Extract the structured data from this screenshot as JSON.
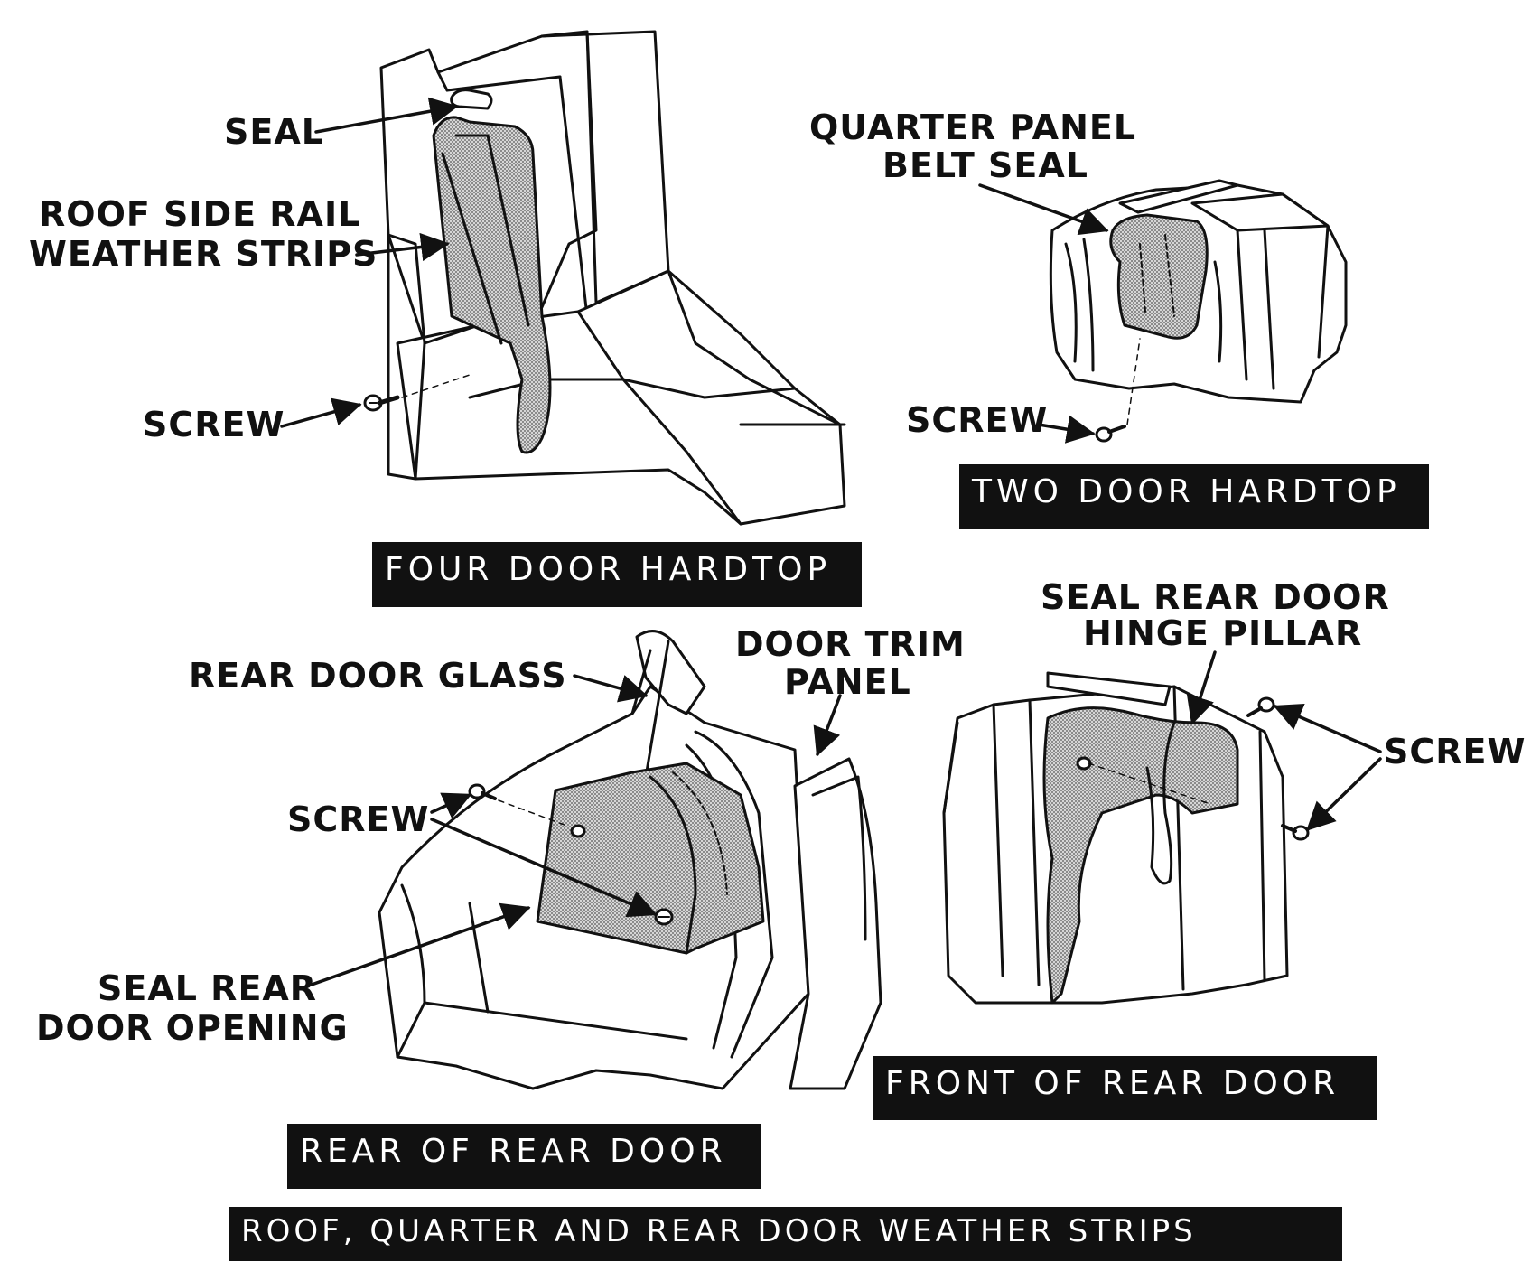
{
  "figure_title": "ROOF, QUARTER AND REAR DOOR WEATHER STRIPS",
  "panels": {
    "four_door_hardtop": {
      "caption": "FOUR DOOR HARDTOP",
      "labels": {
        "seal": "SEAL",
        "roof_side_rail_line1": "ROOF SIDE RAIL",
        "roof_side_rail_line2": "WEATHER STRIPS",
        "screw": "SCREW"
      }
    },
    "two_door_hardtop": {
      "caption": "TWO DOOR HARDTOP",
      "labels": {
        "quarter_panel_line1": "QUARTER PANEL",
        "quarter_panel_line2": "BELT SEAL",
        "screw": "SCREW"
      }
    },
    "rear_of_rear_door": {
      "caption": "REAR OF REAR DOOR",
      "labels": {
        "rear_door_glass": "REAR DOOR GLASS",
        "door_trim_line1": "DOOR TRIM",
        "door_trim_line2": "PANEL",
        "screw": "SCREW",
        "seal_opening_line1": "SEAL REAR",
        "seal_opening_line2": "DOOR OPENING"
      }
    },
    "front_of_rear_door": {
      "caption": "FRONT OF REAR DOOR",
      "labels": {
        "seal_hinge_line1": "SEAL REAR DOOR",
        "seal_hinge_line2": "HINGE PILLAR",
        "screw": "SCREW"
      }
    }
  },
  "colors": {
    "ink": "#111111",
    "paper": "#ffffff",
    "seal_fill": "#bdbdbd",
    "banner_text": "#ffffff"
  }
}
